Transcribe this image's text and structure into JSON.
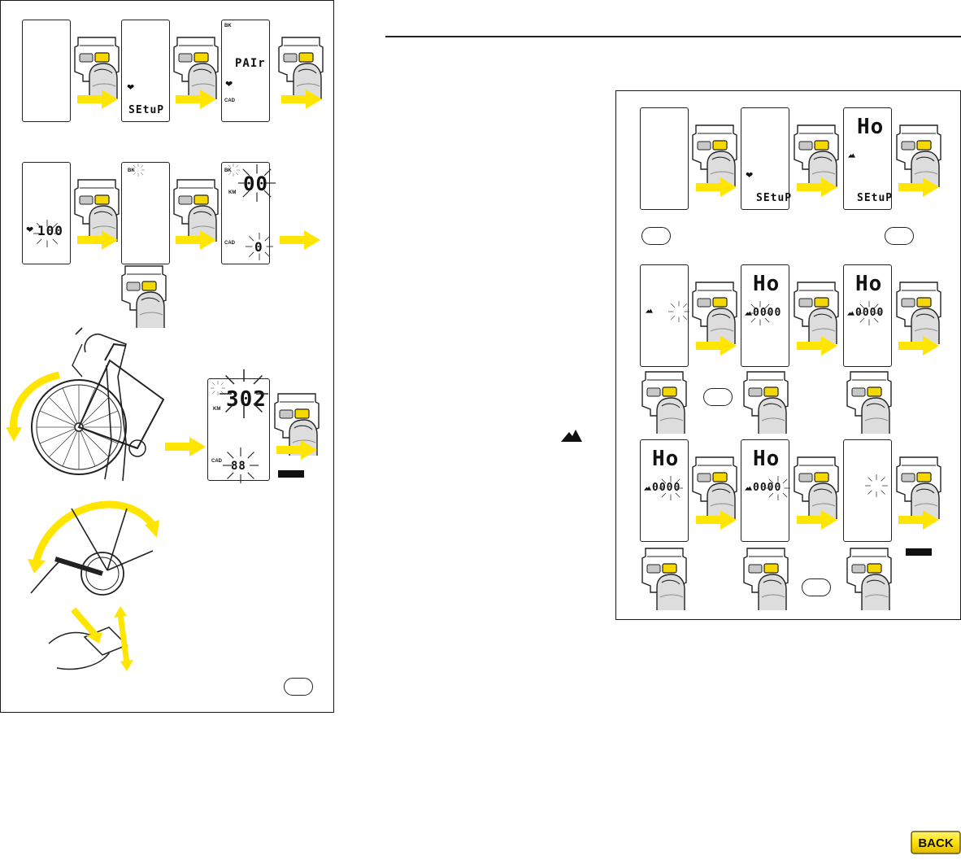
{
  "left_panel": {
    "row1": {
      "lcd2_text": "SEtuP",
      "lcd3_text": "PAIr",
      "lcd3_top_label": "BK",
      "lcd3_bottom_label": "CAD"
    },
    "row2": {
      "lcd1_text": "100",
      "lcd2_top_label": "BK",
      "lcd3_top_label": "BK",
      "lcd3_digits": "00",
      "lcd3_unit": "KM",
      "lcd3_bottom_label": "CAD",
      "lcd3_bottom_digit": "0"
    },
    "row3": {
      "lcd_digits": "302",
      "lcd_unit": "KM",
      "lcd_bottom_label": "CAD",
      "lcd_bottom_digits": "88"
    }
  },
  "right_panel": {
    "row1": {
      "lcd2_text": "SEtuP",
      "lcd3_top_text": "Ho",
      "lcd3_bottom_text": "SEtuP"
    },
    "row2": {
      "lcd2_top_text": "Ho",
      "lcd2_bottom_text": "0000",
      "lcd3_top_text": "Ho",
      "lcd3_bottom_text": "0000"
    },
    "row3": {
      "lcd1_top_text": "Ho",
      "lcd1_bottom_text": "0000",
      "lcd2_top_text": "Ho",
      "lcd2_bottom_text": "0000"
    }
  },
  "icons": {
    "heart": "heart-icon",
    "altitude": "mountain-icon",
    "finger": "finger-press-icon",
    "arrow": "yellow-arrow-icon"
  },
  "colors": {
    "arrow_yellow": "#ffe500",
    "button_yellow": "#f5d800"
  },
  "back_button": {
    "label": "BACK"
  }
}
